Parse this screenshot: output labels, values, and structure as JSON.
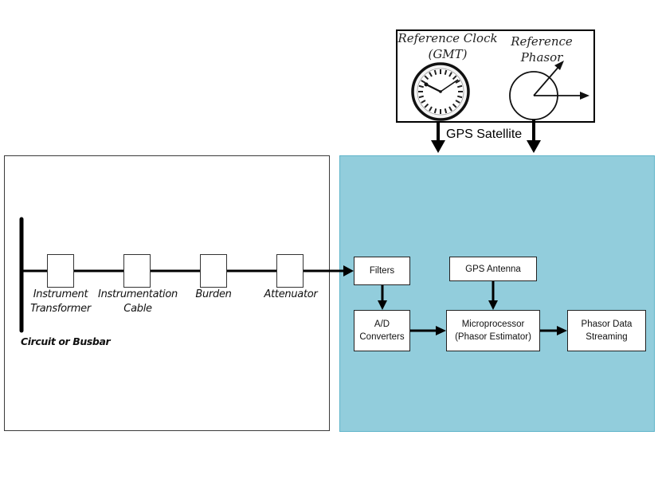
{
  "reference": {
    "clock_title_line1": "Reference Clock",
    "clock_title_line2": "(GMT)",
    "phasor_title_line1": "Reference",
    "phasor_title_line2": "Phasor",
    "gps_satellite_label": "GPS Satellite"
  },
  "field_side": {
    "busbar_label": "Circuit or Busbar",
    "components": [
      {
        "line1": "Instrument",
        "line2": "Transformer"
      },
      {
        "line1": "Instrumentation",
        "line2": "Cable"
      },
      {
        "line1": "Burden",
        "line2": ""
      },
      {
        "line1": "Attenuator",
        "line2": ""
      }
    ]
  },
  "pmu": {
    "filters": "Filters",
    "ad_line1": "A/D",
    "ad_line2": "Converters",
    "gps_antenna": "GPS Antenna",
    "micro_line1": "Microprocessor",
    "micro_line2": "(Phasor Estimator)",
    "stream_line1": "Phasor Data",
    "stream_line2": "Streaming"
  },
  "colors": {
    "pmu_panel": "#92cddc",
    "pmu_border": "#5fb4c9",
    "line": "#000000"
  }
}
